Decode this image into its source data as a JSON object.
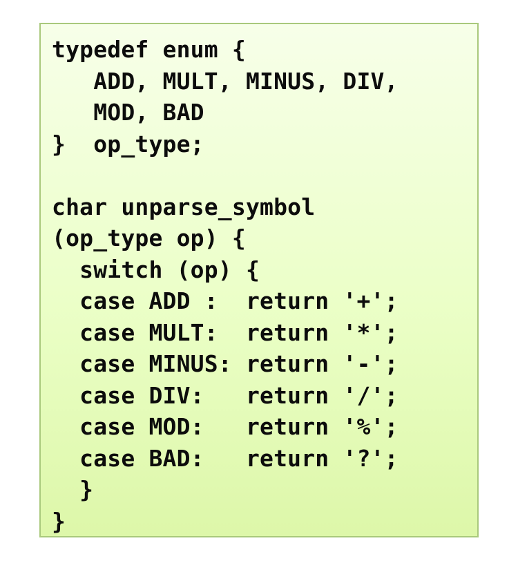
{
  "code": {
    "lines": [
      "typedef enum {",
      "   ADD, MULT, MINUS, DIV,",
      "   MOD, BAD",
      "}  op_type;",
      "",
      "char unparse_symbol",
      "(op_type op) {",
      "  switch (op) {",
      "  case ADD :  return '+';",
      "  case MULT:  return '*';",
      "  case MINUS: return '-';",
      "  case DIV:   return '/';",
      "  case MOD:   return '%';",
      "  case BAD:   return '?';",
      "  }",
      "}"
    ]
  }
}
